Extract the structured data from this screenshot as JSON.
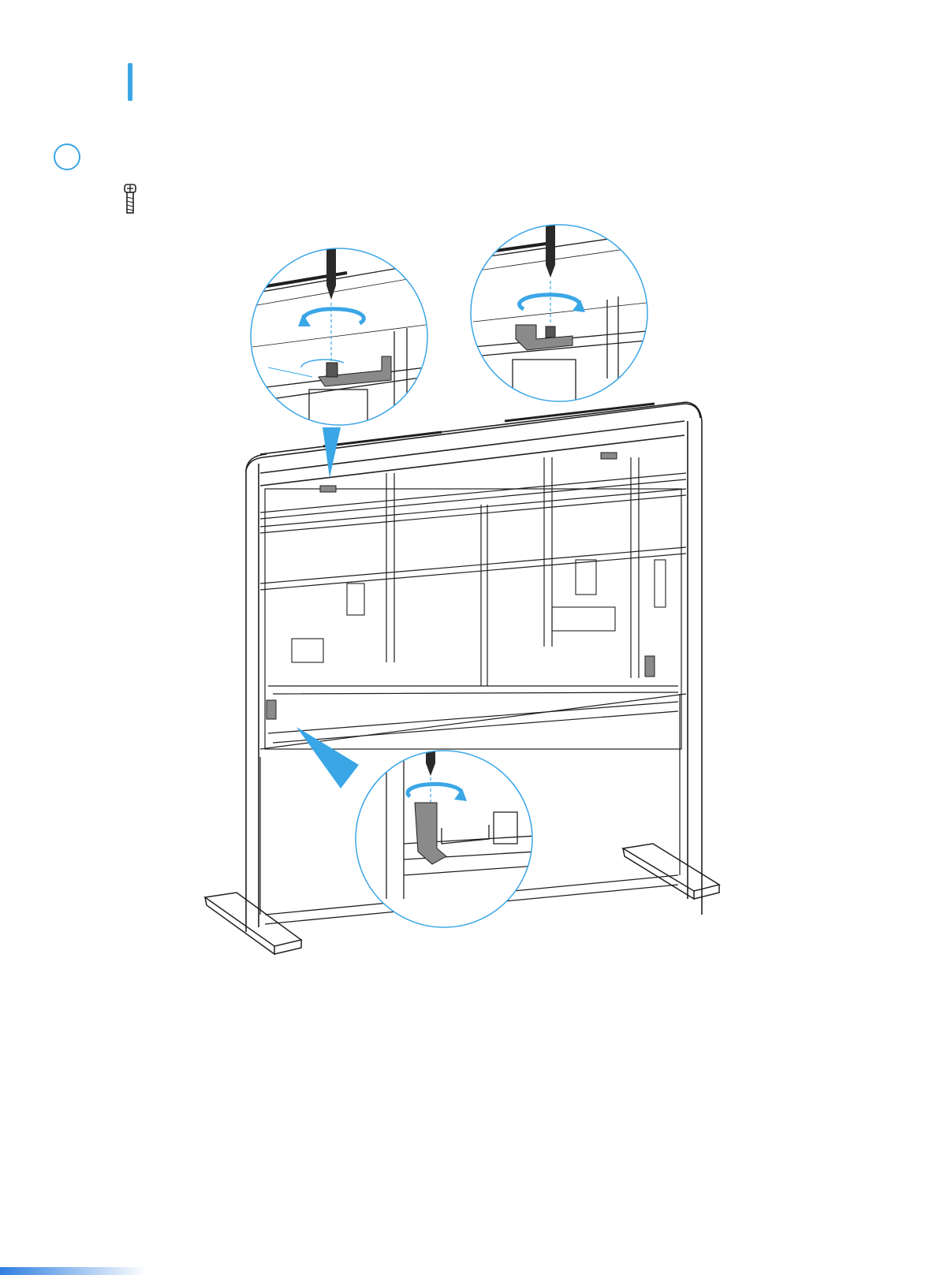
{
  "colors": {
    "accent": "#3aa6e6",
    "line": "#1f1f1f",
    "part_fill": "#7f7f7f",
    "gradient_start": "#2f7fe0",
    "gradient_end": "#ffffff"
  },
  "icons": {
    "section_marker": "section-bar-icon",
    "step_marker": "step-circle-icon",
    "fastener": "screw-icon",
    "tool": "screwdriver-icon",
    "rotation": "rotate-arrow-icon"
  },
  "callouts": [
    {
      "name": "top-left-detail"
    },
    {
      "name": "top-right-detail"
    },
    {
      "name": "bottom-detail"
    }
  ]
}
